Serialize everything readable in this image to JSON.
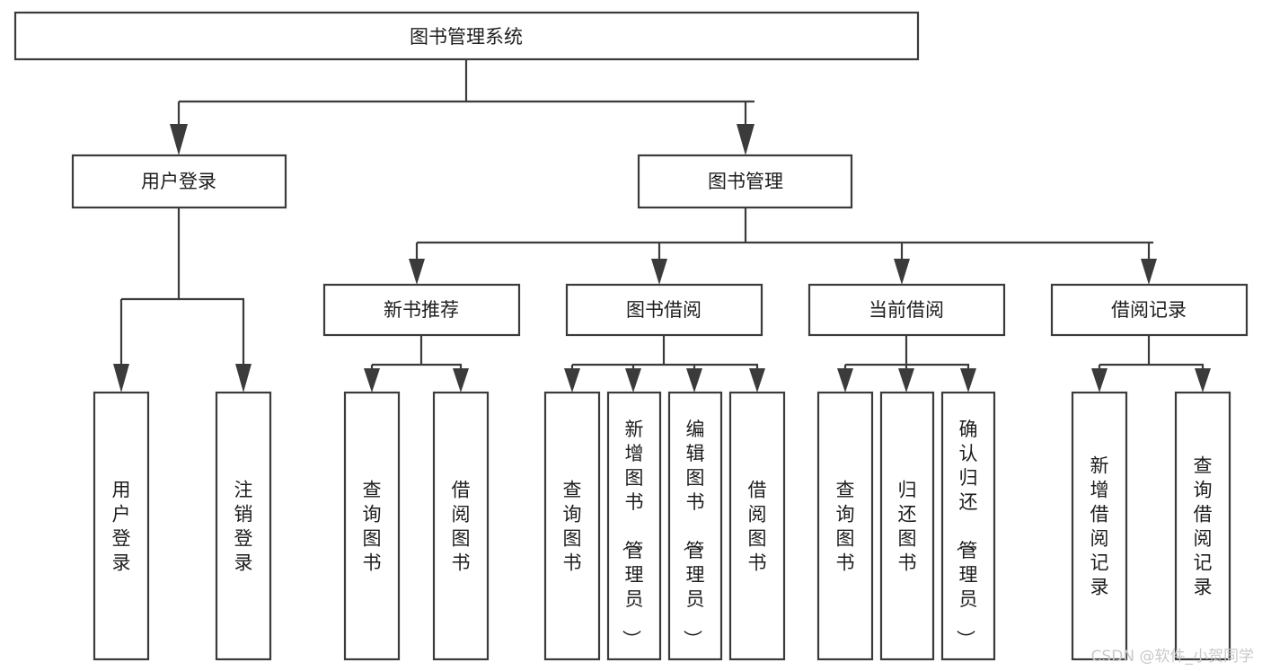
{
  "diagram": {
    "title": "图书管理系统",
    "type": "hierarchy-tree",
    "root": {
      "id": "root",
      "label": "图书管理系统"
    },
    "level2": [
      {
        "id": "user-login",
        "label": "用户登录"
      },
      {
        "id": "book-management",
        "label": "图书管理"
      }
    ],
    "level3": [
      {
        "id": "new-book-recommend",
        "label": "新书推荐",
        "parent": "book-management"
      },
      {
        "id": "book-borrow",
        "label": "图书借阅",
        "parent": "book-management"
      },
      {
        "id": "current-borrow",
        "label": "当前借阅",
        "parent": "book-management"
      },
      {
        "id": "borrow-record",
        "label": "借阅记录",
        "parent": "book-management"
      }
    ],
    "leaves": [
      {
        "id": "leaf-user-login",
        "label": "用户登录",
        "parent": "user-login"
      },
      {
        "id": "leaf-logout-login",
        "label": "注销登录",
        "parent": "user-login"
      },
      {
        "id": "leaf-query-book-1",
        "label": "查询图书",
        "parent": "new-book-recommend"
      },
      {
        "id": "leaf-borrow-book-1",
        "label": "借阅图书",
        "parent": "new-book-recommend"
      },
      {
        "id": "leaf-query-book-2",
        "label": "查询图书",
        "parent": "book-borrow"
      },
      {
        "id": "leaf-add-book",
        "label": "新增图书（管理员）",
        "parent": "book-borrow"
      },
      {
        "id": "leaf-edit-book",
        "label": "编辑图书（管理员）",
        "parent": "book-borrow"
      },
      {
        "id": "leaf-borrow-book-2",
        "label": "借阅图书",
        "parent": "book-borrow"
      },
      {
        "id": "leaf-query-book-3",
        "label": "查询图书",
        "parent": "current-borrow"
      },
      {
        "id": "leaf-return-book",
        "label": "归还图书",
        "parent": "current-borrow"
      },
      {
        "id": "leaf-confirm-return",
        "label": "确认归还（管理员）",
        "parent": "current-borrow"
      },
      {
        "id": "leaf-add-record",
        "label": "新增借阅记录",
        "parent": "borrow-record"
      },
      {
        "id": "leaf-query-record",
        "label": "查询借阅记录",
        "parent": "borrow-record"
      }
    ]
  },
  "watermark": {
    "text": "CSDN @软件_小贺同学"
  },
  "colors": {
    "background": "#ffffff",
    "box_fill": "#ffffff",
    "box_stroke": "#3b3b3b",
    "text": "#1d1d1d",
    "watermark": "#c9c9c9"
  }
}
